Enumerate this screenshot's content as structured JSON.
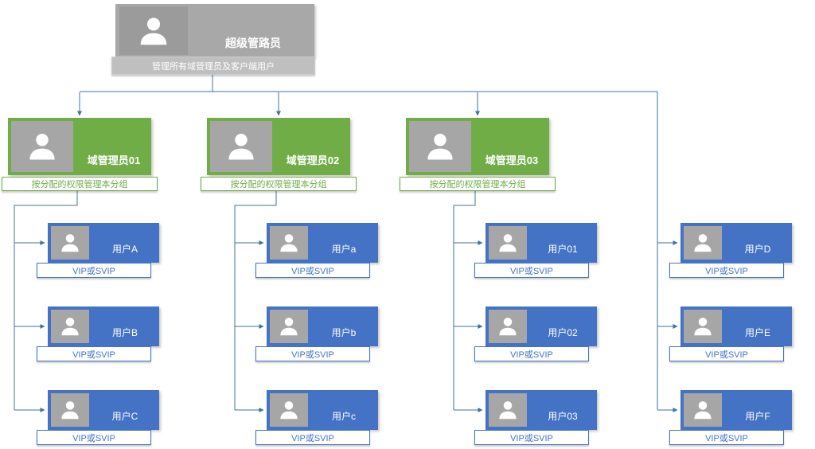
{
  "diagram": {
    "root": {
      "title": "超级管路员",
      "subtitle": "管理所有域管理员及客户端用户"
    },
    "admins": [
      {
        "title": "域管理员01",
        "subtitle": "按分配的权限管理本分组"
      },
      {
        "title": "域管理员02",
        "subtitle": "按分配的权限管理本分组"
      },
      {
        "title": "域管理员03",
        "subtitle": "按分配的权限管理本分组"
      }
    ],
    "columns": [
      {
        "users": [
          {
            "label": "用户A",
            "badge": "VIP或SVIP"
          },
          {
            "label": "用户B",
            "badge": "VIP或SVIP"
          },
          {
            "label": "用户C",
            "badge": "VIP或SVIP"
          }
        ]
      },
      {
        "users": [
          {
            "label": "用户a",
            "badge": "VIP或SVIP"
          },
          {
            "label": "用户b",
            "badge": "VIP或SVIP"
          },
          {
            "label": "用户c",
            "badge": "VIP或SVIP"
          }
        ]
      },
      {
        "users": [
          {
            "label": "用户01",
            "badge": "VIP或SVIP"
          },
          {
            "label": "用户02",
            "badge": "VIP或SVIP"
          },
          {
            "label": "用户03",
            "badge": "VIP或SVIP"
          }
        ]
      },
      {
        "users": [
          {
            "label": "用户D",
            "badge": "VIP或SVIP"
          },
          {
            "label": "用户E",
            "badge": "VIP或SVIP"
          },
          {
            "label": "用户F",
            "badge": "VIP或SVIP"
          }
        ]
      }
    ],
    "colors": {
      "admin_green": "#70ad47",
      "user_blue": "#4472c4",
      "root_gray": "#a8a8a8",
      "connector": "#41719c"
    }
  }
}
